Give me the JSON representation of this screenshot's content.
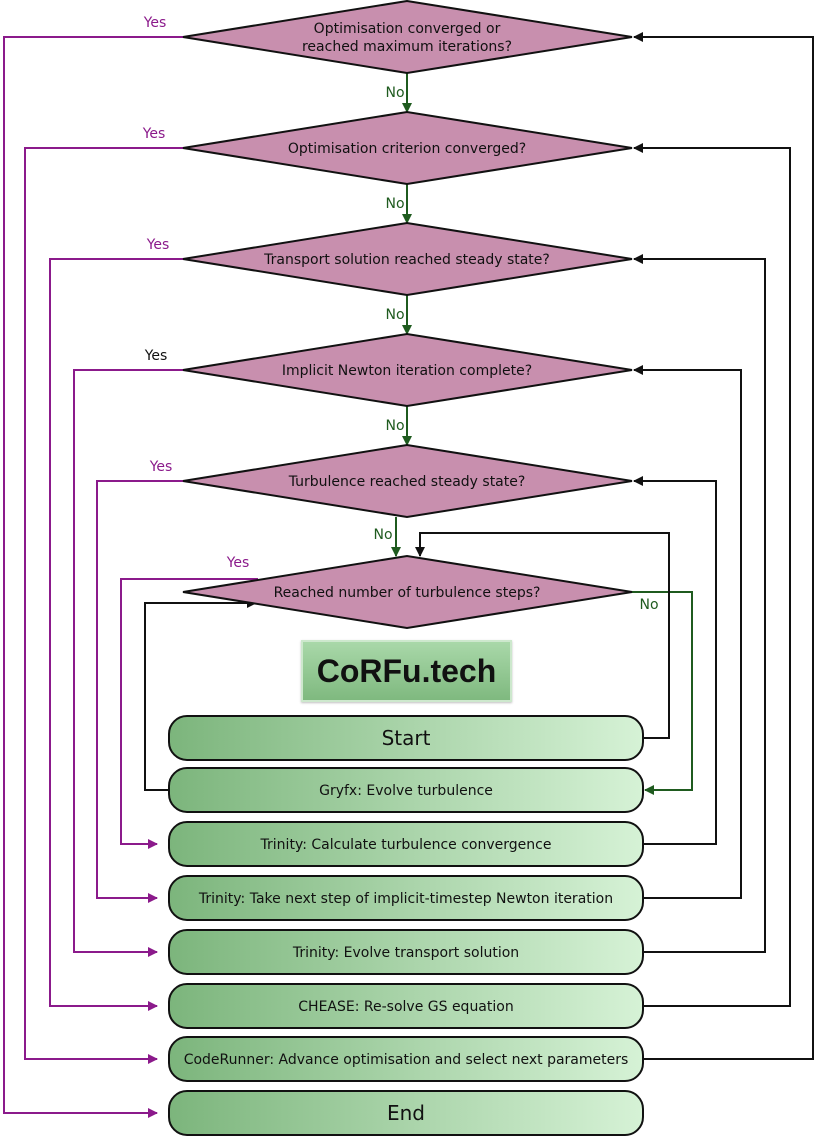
{
  "logo": "CoRFu.tech",
  "colors": {
    "diamond_fill": "#c88fae",
    "box_start": "#7cb57c",
    "box_end": "#d6f2d6",
    "yes_arrow": "#8b1a8b",
    "no_arrow": "#1f5b1f",
    "loop_arrow": "#111111"
  },
  "decisions": [
    {
      "lines": [
        "Optimisation converged or",
        "reached maximum iterations?"
      ],
      "yes": "Yes",
      "no": "No"
    },
    {
      "lines": [
        "Optimisation criterion converged?"
      ],
      "yes": "Yes",
      "no": "No"
    },
    {
      "lines": [
        "Transport solution reached steady state?"
      ],
      "yes": "Yes",
      "no": "No"
    },
    {
      "lines": [
        "Implicit Newton iteration complete?"
      ],
      "yes": "Yes",
      "no": "No"
    },
    {
      "lines": [
        "Turbulence reached steady state?"
      ],
      "yes": "Yes",
      "no": "No"
    },
    {
      "lines": [
        "Reached number of turbulence steps?"
      ],
      "yes": "Yes",
      "no": "No"
    }
  ],
  "processes": [
    "Start",
    "Gryfx: Evolve turbulence",
    "Trinity: Calculate turbulence convergence",
    "Trinity: Take next step of implicit-timestep Newton iteration",
    "Trinity: Evolve transport solution",
    "CHEASE: Re-solve GS equation",
    "CodeRunner: Advance optimisation and select next parameters",
    "End"
  ]
}
